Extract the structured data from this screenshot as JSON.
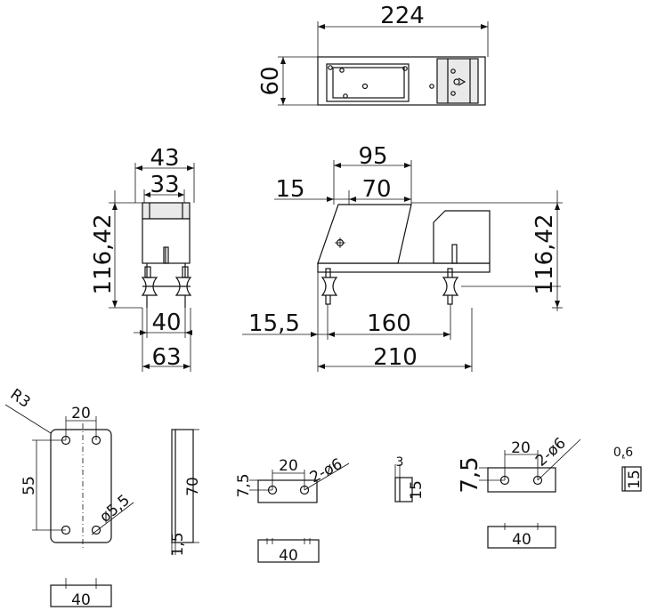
{
  "dimensions": {
    "top_width": "224",
    "top_height": "60",
    "side_w43": "43",
    "side_w33": "33",
    "side_h": "116,42",
    "side_w40": "40",
    "side_w63": "63",
    "front_95": "95",
    "front_15": "15",
    "front_70": "70",
    "front_h": "116,42",
    "front_15_5": "15,5",
    "front_160": "160",
    "front_210": "210",
    "plate_r3": "R3",
    "plate_20": "20",
    "plate_55": "55",
    "plate_hole": "ø5,5",
    "plate_40": "40",
    "plate_side_70": "70",
    "plate_side_1_5": "1,5",
    "br1_20": "20",
    "br1_7_5": "7,5",
    "br1_holes": "2-ø6",
    "br1_40": "40",
    "br1_side_3": "3",
    "br1_side_15": "15",
    "br2_20": "20",
    "br2_7_5": "7,5",
    "br2_holes": "2-ø6",
    "br2_40": "40",
    "br2_side_0_6": "0,6",
    "br2_side_15": "15"
  }
}
